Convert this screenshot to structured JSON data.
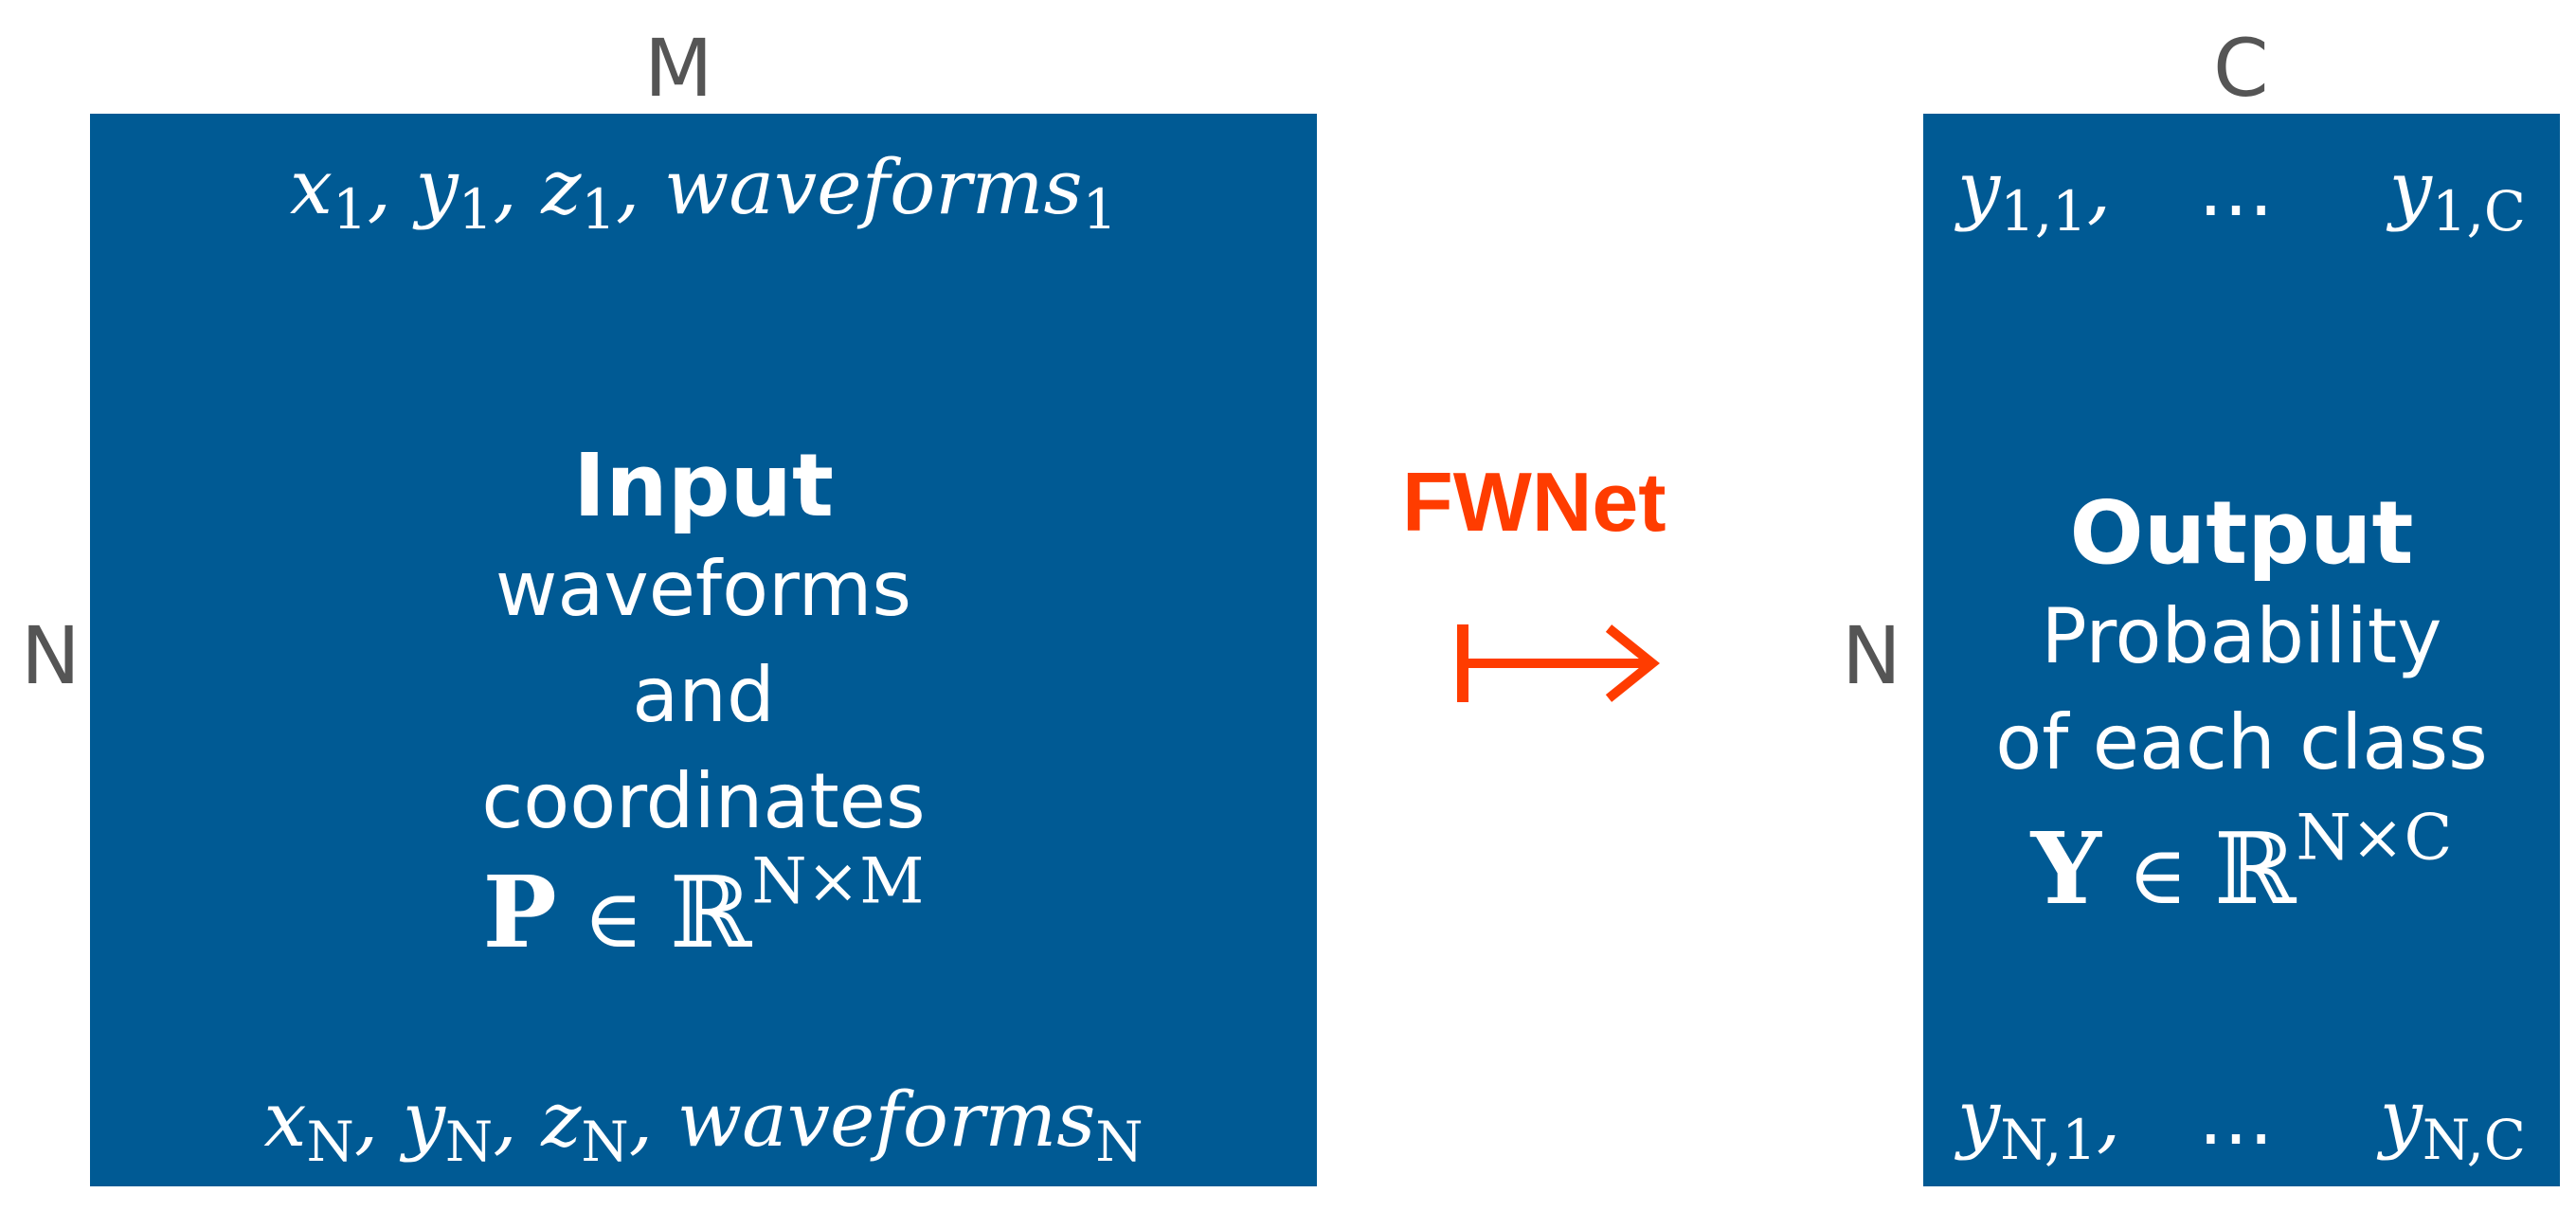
{
  "input": {
    "top_dim": "M",
    "side_dim": "N",
    "first_row": {
      "x": "x",
      "y": "y",
      "z": "z",
      "w": "waveforms",
      "index": "1"
    },
    "last_row": {
      "x": "x",
      "y": "y",
      "z": "z",
      "w": "waveforms",
      "index": "N"
    },
    "title": "Input",
    "desc_lines": [
      "waveforms",
      "and",
      "coordinates"
    ],
    "formula": {
      "symbol": "P",
      "elem": "∈",
      "reals": "ℝ",
      "exponent": "N×M"
    }
  },
  "arrow": {
    "label": "FWNet",
    "color": "#ff3c00"
  },
  "output": {
    "top_dim": "C",
    "side_dim": "N",
    "first_row": {
      "left": "y",
      "left_sub": "1,1",
      "mid": "…",
      "right": "y",
      "right_sub": "1,C"
    },
    "last_row": {
      "left": "y",
      "left_sub": "N,1",
      "mid": "…",
      "right": "y",
      "right_sub": "N,C"
    },
    "title": "Output",
    "desc_lines": [
      "Probability",
      "of each class"
    ],
    "formula": {
      "symbol": "Y",
      "elem": "∈",
      "reals": "ℝ",
      "exponent": "N×C"
    }
  },
  "colors": {
    "box": "#005a94",
    "dim_label": "#555555",
    "accent": "#ff3c00"
  }
}
